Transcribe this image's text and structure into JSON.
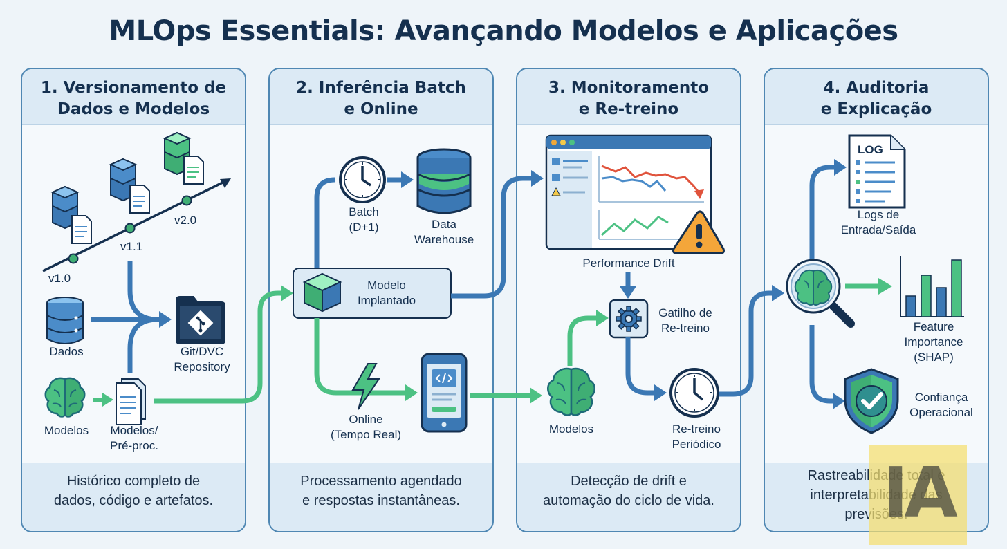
{
  "title": "MLOps Essentials: Avançando Modelos e Aplicações",
  "panels": [
    {
      "heading_l1": "1. Versionamento de",
      "heading_l2": "Dados e Modelos",
      "footer_l1": "Histórico completo de",
      "footer_l2": "dados, código e artefatos.",
      "labels": {
        "v10": "v1.0",
        "v11": "v1.1",
        "v20": "v2.0",
        "dados": "Dados",
        "repo_l1": "Git/DVC",
        "repo_l2": "Repository",
        "modelos": "Modelos",
        "preproc_l1": "Modelos/",
        "preproc_l2": "Pré-proc."
      }
    },
    {
      "heading_l1": "2. Inferência Batch",
      "heading_l2": "e Online",
      "footer_l1": "Processamento agendado",
      "footer_l2": "e respostas instantâneas.",
      "labels": {
        "batch_l1": "Batch",
        "batch_l2": "(D+1)",
        "dw_l1": "Data",
        "dw_l2": "Warehouse",
        "model_l1": "Modelo",
        "model_l2": "Implantado",
        "online_l1": "Online",
        "online_l2": "(Tempo Real)"
      }
    },
    {
      "heading_l1": "3. Monitoramento",
      "heading_l2": "e Re-treino",
      "footer_l1": "Detecção de drift e",
      "footer_l2": "automação do ciclo de vida.",
      "labels": {
        "drift": "Performance Drift",
        "trigger_l1": "Gatilho de",
        "trigger_l2": "Re-treino",
        "modelos": "Modelos",
        "retrain_l1": "Re-treino",
        "retrain_l2": "Periódico"
      }
    },
    {
      "heading_l1": "4. Auditoria",
      "heading_l2": "e Explicação",
      "footer_l1": "Rastreabilidade total e",
      "footer_l2": "interpretabilidade das",
      "footer_l3": "previsões.",
      "labels": {
        "log_badge": "LOG",
        "logs_l1": "Logs de",
        "logs_l2": "Entrada/Saída",
        "fi_l1": "Feature",
        "fi_l2": "Importance",
        "fi_l3": "(SHAP)",
        "conf_l1": "Confiança",
        "conf_l2": "Operacional"
      }
    }
  ],
  "watermark": "IA",
  "icons": [
    "cube-icon",
    "document-icon",
    "database-icon",
    "git-folder-icon",
    "brain-icon",
    "clock-icon",
    "lightning-icon",
    "phone-code-icon",
    "dashboard-icon",
    "warning-icon",
    "gear-icon",
    "log-file-icon",
    "magnifier-brain-icon",
    "bar-chart-icon",
    "shield-check-icon"
  ],
  "colors": {
    "blue": "#3b78b4",
    "green": "#4cc183",
    "navy": "#15304f",
    "panel_border": "#4f87b3"
  }
}
